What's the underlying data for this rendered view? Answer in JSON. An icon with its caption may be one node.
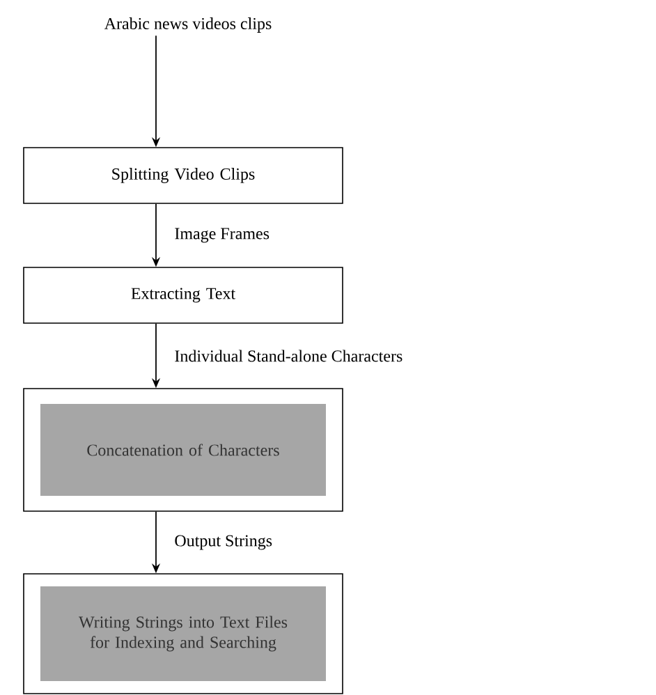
{
  "diagram": {
    "nodes": [
      {
        "text": [
          "Arabic news videos clips"
        ]
      },
      {
        "text": [
          "Splitting Video Clips"
        ]
      },
      {
        "text": [
          "Extracting Text"
        ]
      },
      {
        "text": [],
        "shape": "box"
      },
      {
        "text": [
          "Concatenation of Characters"
        ],
        "in": 3
      },
      {
        "text": [],
        "shape": "box"
      },
      {
        "text": [
          "Writing Strings into Text Files for Indexing and Searching"
        ],
        "in": 5
      }
    ],
    "edges": [
      {
        "from": 0,
        "to": 1,
        "arrow": "to"
      },
      {
        "from": 1,
        "to": 2,
        "arrow": "to",
        "label": "Image Frames"
      },
      {
        "from": 2,
        "to": 3,
        "arrow": "to",
        "label": "Individual Stand-alone Characters"
      },
      {
        "from": 3,
        "to": 5,
        "arrow": "to",
        "label": "Output Strings"
      }
    ]
  }
}
